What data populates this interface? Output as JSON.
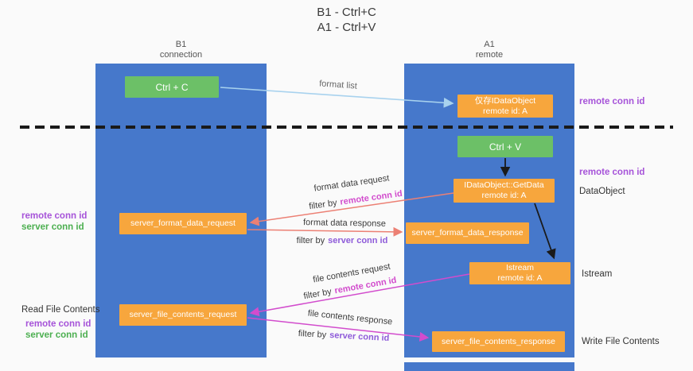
{
  "title": {
    "line1": "B1 - Ctrl+C",
    "line2": "A1 - Ctrl+V"
  },
  "lifelines": {
    "left": {
      "title": "B1",
      "subtitle": "connection"
    },
    "right": {
      "title": "A1",
      "subtitle": "remote"
    }
  },
  "boxes": {
    "ctrl_c": {
      "label": "Ctrl + C"
    },
    "ctrl_v": {
      "label": "Ctrl + V"
    },
    "idataobject_cache": {
      "line1": "仅存IDataObject",
      "line2": "remote id: A"
    },
    "getdata": {
      "line1": "IDataObject::GetData",
      "line2": "remote id: A"
    },
    "istream": {
      "line1": "Istream",
      "line2": "remote id: A"
    },
    "format_request": {
      "label": "server_format_data_request"
    },
    "format_response": {
      "label": "server_format_data_response"
    },
    "file_request": {
      "label": "server_file_contents_request"
    },
    "file_response": {
      "label": "server_file_contents_response"
    }
  },
  "annotations": {
    "remote_conn_id": "remote conn id",
    "server_conn_id": "server conn id",
    "dataobject": "DataObject",
    "istream": "Istream",
    "read_file_contents": "Read File Contents",
    "write_file_contents": "Write File Contents"
  },
  "arrows": {
    "format_list": "format list",
    "format_data_request": "format data request",
    "format_data_response": "format data response",
    "file_contents_request": "file contents request",
    "file_contents_response": "file contents response",
    "filter_by": "filter by"
  },
  "colors": {
    "lifeline_blue": "#4678cb",
    "action_green": "#6cc067",
    "message_orange": "#f7a63d",
    "remote_purple": "#a653d9",
    "server_green": "#4caf50",
    "arrow_magenta": "#d24ccd",
    "arrow_salmon": "#ec8074",
    "arrow_light_blue": "#a8d2ee",
    "arrow_black": "#1a1a1a"
  }
}
